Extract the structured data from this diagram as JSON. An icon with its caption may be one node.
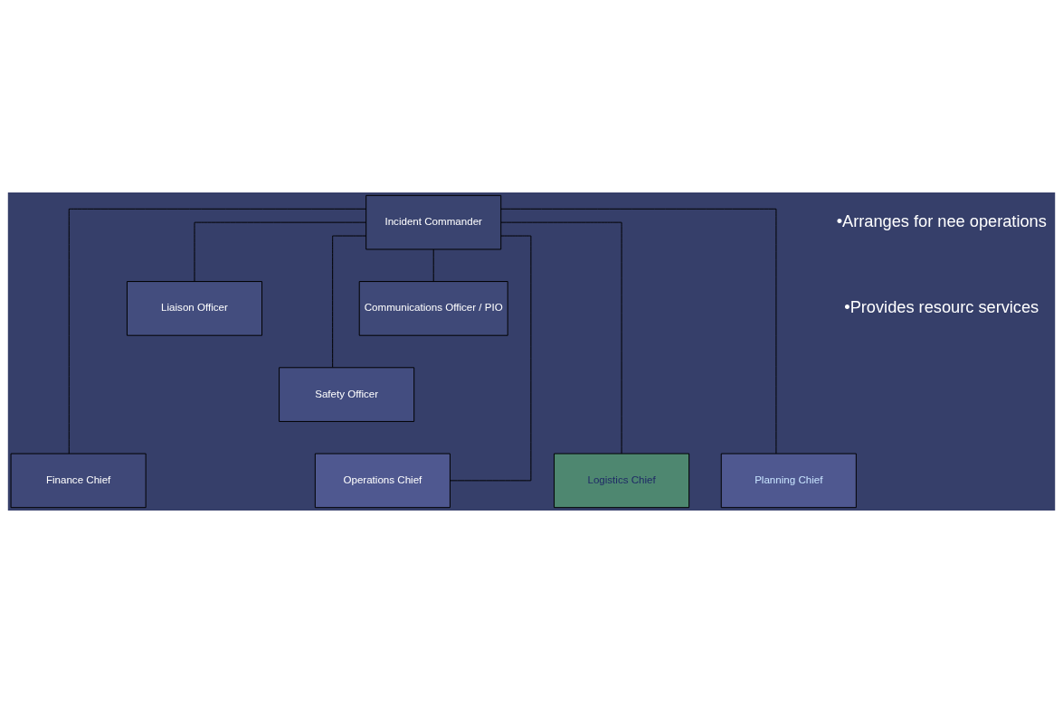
{
  "diagram": {
    "nodes": [
      {
        "text": [
          "Incident Commander"
        ]
      },
      {
        "text": [
          "Communications Officer / PIO"
        ]
      },
      {
        "text": [
          "Liaison Officer"
        ]
      },
      {
        "text": [
          "Safety Officer"
        ]
      },
      {
        "text": [
          "Finance Chief"
        ]
      },
      {
        "text": [
          "Logistics Chief"
        ]
      },
      {
        "text": [
          "Operations Chief"
        ]
      },
      {
        "text": [
          "Planning Chief"
        ]
      }
    ],
    "edges": [
      {
        "from": 0,
        "to": 1,
        "arrow": "none"
      },
      {
        "from": 0,
        "to": 2,
        "arrow": "none"
      },
      {
        "from": 0,
        "to": 3,
        "arrow": "none"
      },
      {
        "from": 0,
        "to": 4,
        "arrow": "none"
      },
      {
        "from": 0,
        "to": 5,
        "arrow": "none"
      },
      {
        "from": 0,
        "to": 6,
        "arrow": "none"
      },
      {
        "from": 0,
        "to": 7,
        "arrow": "none"
      }
    ],
    "labels": [
      "•Arranges for nee operations",
      "•Provides resourc services"
    ]
  }
}
